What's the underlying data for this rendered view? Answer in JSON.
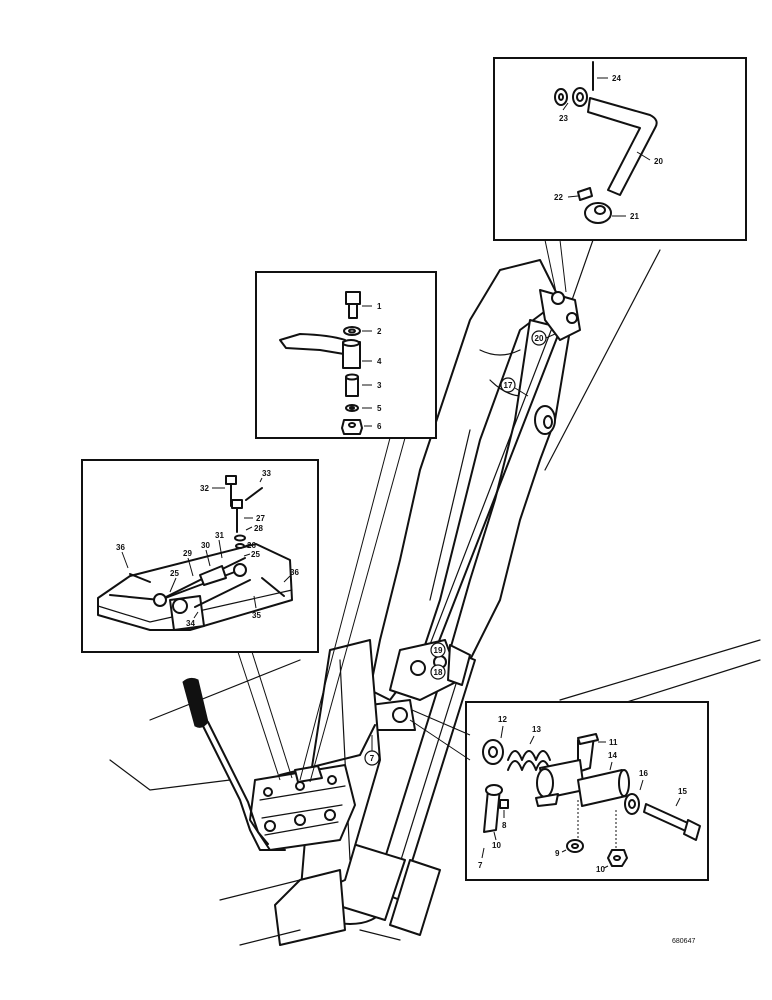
{
  "figure_id": "680647",
  "callouts": {
    "c1": "1",
    "c2": "2",
    "c3": "3",
    "c4": "4",
    "c5": "5",
    "c6": "6",
    "c7": "7",
    "c8": "8",
    "c9": "9",
    "c10": "10",
    "c11": "11",
    "c12": "12",
    "c13": "13",
    "c14": "14",
    "c15": "15",
    "c16": "16",
    "c17": "17",
    "c18": "18",
    "c19": "19",
    "c20": "20",
    "c21": "21",
    "c22": "22",
    "c23": "23",
    "c24": "24",
    "c25": "25",
    "c26": "26",
    "c27": "27",
    "c28": "28",
    "c29": "29",
    "c30": "30",
    "c31": "31",
    "c32": "32",
    "c33": "33",
    "c34": "34",
    "c35": "35",
    "c36": "36"
  }
}
